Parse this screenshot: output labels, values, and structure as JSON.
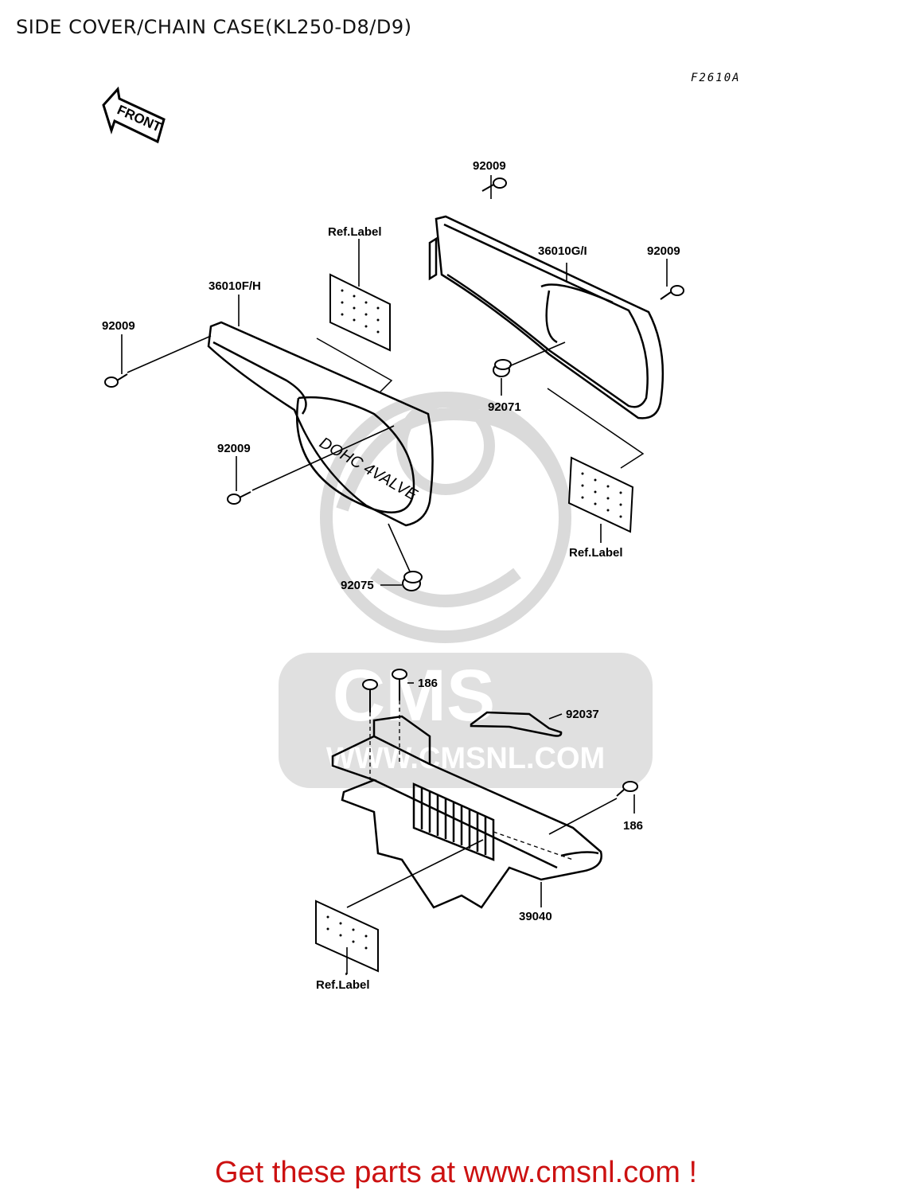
{
  "title": "SIDE COVER/CHAIN CASE(KL250-D8/D9)",
  "figure_code": "F2610A",
  "front_arrow": "FRONT",
  "callouts": {
    "c_92009_top": "92009",
    "c_92009_right": "92009",
    "c_36010gi": "36010G/I",
    "c_reflabel_top": "Ref.Label",
    "c_36010fh": "36010F/H",
    "c_92009_left": "92009",
    "c_92071": "92071",
    "c_92009_mid": "92009",
    "c_reflabel_right": "Ref.Label",
    "c_92075": "92075",
    "c_186_top": "186",
    "c_92037": "92037",
    "c_186_right": "186",
    "c_39040": "39040",
    "c_reflabel_bottom": "Ref.Label"
  },
  "watermark": {
    "brand": "CMS",
    "url": "WWW.CMSNL.COM"
  },
  "footer": "Get these parts at www.cmsnl.com !",
  "colors": {
    "footer_text": "#cc1111",
    "watermark": "#d6d6d6"
  }
}
